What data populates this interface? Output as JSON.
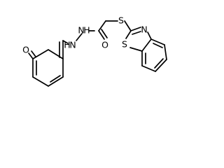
{
  "structure": {
    "atoms": {
      "ketone_oxygen": "O",
      "hydrazone_nh": "N",
      "hydrazone_nh_h": "H",
      "hydrazide_n": "N",
      "hydrazide_h": "H",
      "amide_oxygen": "O",
      "thioether_sulfur": "S",
      "thiazole_nitrogen": "N",
      "thiazole_sulfur": "S"
    }
  }
}
